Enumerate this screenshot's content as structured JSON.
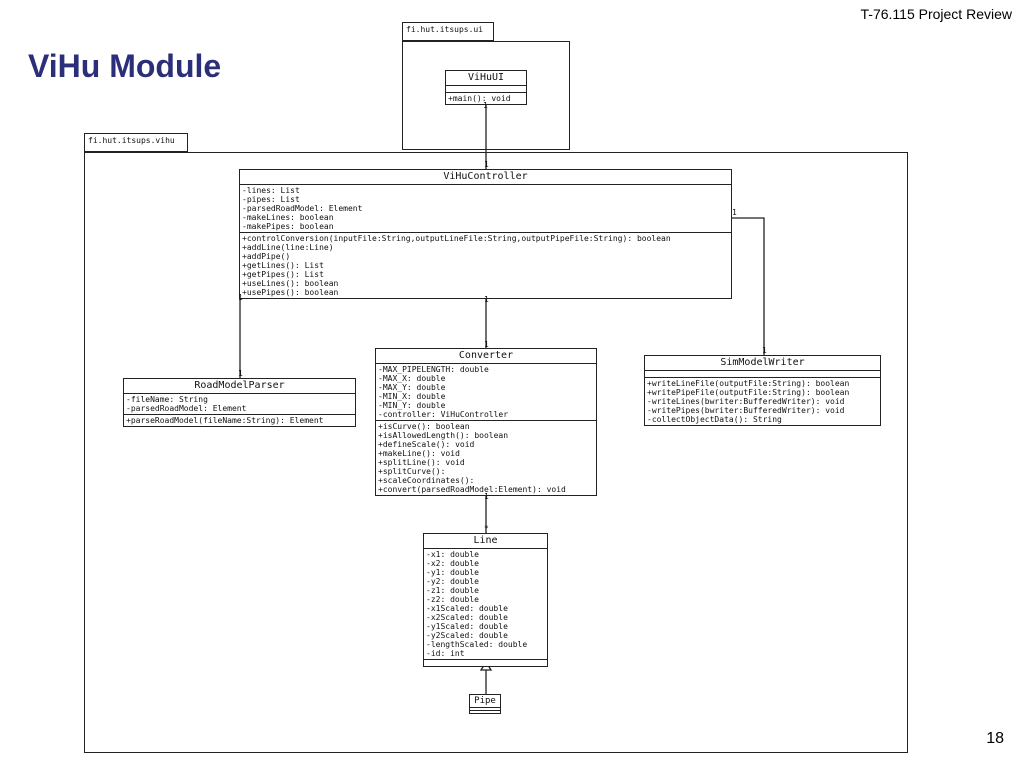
{
  "header": {
    "course": "T-76.115 Project Review"
  },
  "title": "ViHu Module",
  "page_number": "18",
  "packages": {
    "ui": "fi.hut.itsups.ui",
    "vihu": "fi.hut.itsups.vihu"
  },
  "classes": {
    "vihuui": {
      "name": "ViHuUI",
      "attributes": [],
      "methods": [
        "+main(): void"
      ]
    },
    "controller": {
      "name": "ViHuController",
      "attributes": [
        "-lines: List",
        "-pipes: List",
        "-parsedRoadModel: Element",
        "-makeLines: boolean",
        "-makePipes: boolean"
      ],
      "methods": [
        "+controlConversion(inputFile:String,outputLineFile:String,outputPipeFile:String): boolean",
        "+addLine(line:Line)",
        "+addPipe()",
        "+getLines(): List",
        "+getPipes(): List",
        "+useLines(): boolean",
        "+usePipes(): boolean"
      ]
    },
    "roadmodelparser": {
      "name": "RoadModelParser",
      "attributes": [
        "-fileName: String",
        "-parsedRoadModel: Element"
      ],
      "methods": [
        "+parseRoadModel(fileName:String): Element"
      ]
    },
    "converter": {
      "name": "Converter",
      "attributes": [
        "-MAX_PIPELENGTH: double",
        "-MAX_X: double",
        "-MAX_Y: double",
        "-MIN_X: double",
        "-MIN_Y: double",
        "-controller: ViHuController"
      ],
      "methods": [
        "+isCurve(): boolean",
        "+isAllowedLength(): boolean",
        "+defineScale(): void",
        "+makeLine(): void",
        "+splitLine(): void",
        "+splitCurve():",
        "+scaleCoordinates():",
        "+convert(parsedRoadModel:Element): void"
      ]
    },
    "simmodelwriter": {
      "name": "SimModelWriter",
      "attributes": [],
      "methods": [
        "+writeLineFile(outputFile:String): boolean",
        "+writePipeFile(outputFile:String): boolean",
        "-writeLines(bwriter:BufferedWriter): void",
        "-writePipes(bwriter:BufferedWriter): void",
        "-collectObjectData(): String"
      ]
    },
    "line": {
      "name": "Line",
      "attributes": [
        "-x1: double",
        "-x2: double",
        "-y1: double",
        "-y2: double",
        "-z1: double",
        "-z2: double",
        "-x1Scaled: double",
        "-x2Scaled: double",
        "-y1Scaled: double",
        "-y2Scaled: double",
        "-lengthScaled: double",
        "-id: int"
      ],
      "methods": []
    },
    "pipe": {
      "name": "Pipe"
    }
  },
  "multiplicities": {
    "ui_ctrl_top": "1",
    "ui_ctrl_bottom": "1",
    "ctrl_parser_top": "1",
    "ctrl_parser_bottom": "1",
    "ctrl_conv_top": "1",
    "ctrl_conv_bottom": "1",
    "ctrl_writer_top": "1",
    "ctrl_writer_bottom": "1",
    "conv_line_top": "1",
    "conv_line_bottom": "*"
  }
}
